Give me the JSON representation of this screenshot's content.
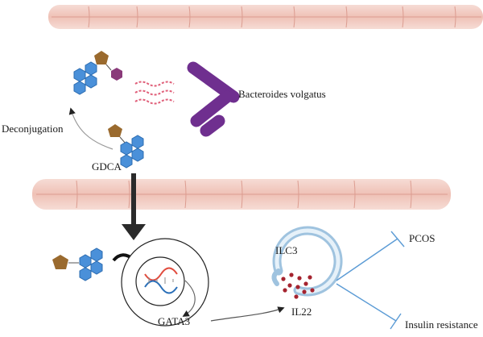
{
  "labels": {
    "bacteria": "Bacteroides volgatus",
    "deconjugation": "Deconjugation",
    "gdca": "GDCA",
    "gata3": "GATA3",
    "ilc3": "ILC3",
    "il22": "IL22",
    "pcos": "PCOS",
    "insulin_resistance": "Insulin resistance"
  },
  "colors": {
    "tissue": "#f0c7bd",
    "tissue_line": "#dc9c90",
    "hexagon": "#4a90d9",
    "pentagon": "#9a6a2e",
    "bacteria": "#6f2f8f",
    "small_hex": "#8a3a7a",
    "squiggle": "#e0607a",
    "dots": "#a5232f",
    "cell_ring": "#b6d2e6",
    "inhibit_line": "#5b9bd5",
    "arrow": "#222222"
  }
}
